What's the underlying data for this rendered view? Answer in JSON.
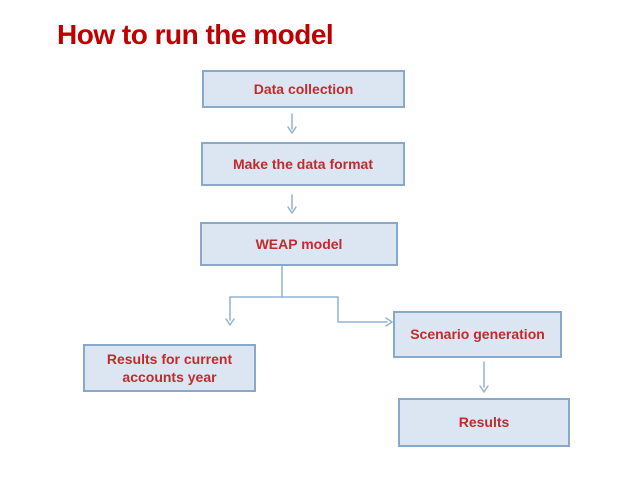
{
  "slide": {
    "title": "How to run the model"
  },
  "colors": {
    "title_text": "#C00000",
    "box_text": "#C02B2B",
    "box_fill": "#DCE6F2",
    "box_border": "#8AA9CA",
    "connector": "#94B2D6",
    "background": "#FFFFFF"
  },
  "flowchart": {
    "nodes": [
      {
        "id": "data-collection",
        "label": "Data collection"
      },
      {
        "id": "make-data-format",
        "label": "Make the data format"
      },
      {
        "id": "weap-model",
        "label": "WEAP model"
      },
      {
        "id": "results-current-accounts",
        "label": "Results for current accounts year"
      },
      {
        "id": "scenario-generation",
        "label": "Scenario generation"
      },
      {
        "id": "results",
        "label": "Results"
      }
    ],
    "edges": [
      {
        "from": "data-collection",
        "to": "make-data-format"
      },
      {
        "from": "make-data-format",
        "to": "weap-model"
      },
      {
        "from": "weap-model",
        "to": "results-current-accounts"
      },
      {
        "from": "weap-model",
        "to": "scenario-generation"
      },
      {
        "from": "scenario-generation",
        "to": "results"
      }
    ]
  }
}
